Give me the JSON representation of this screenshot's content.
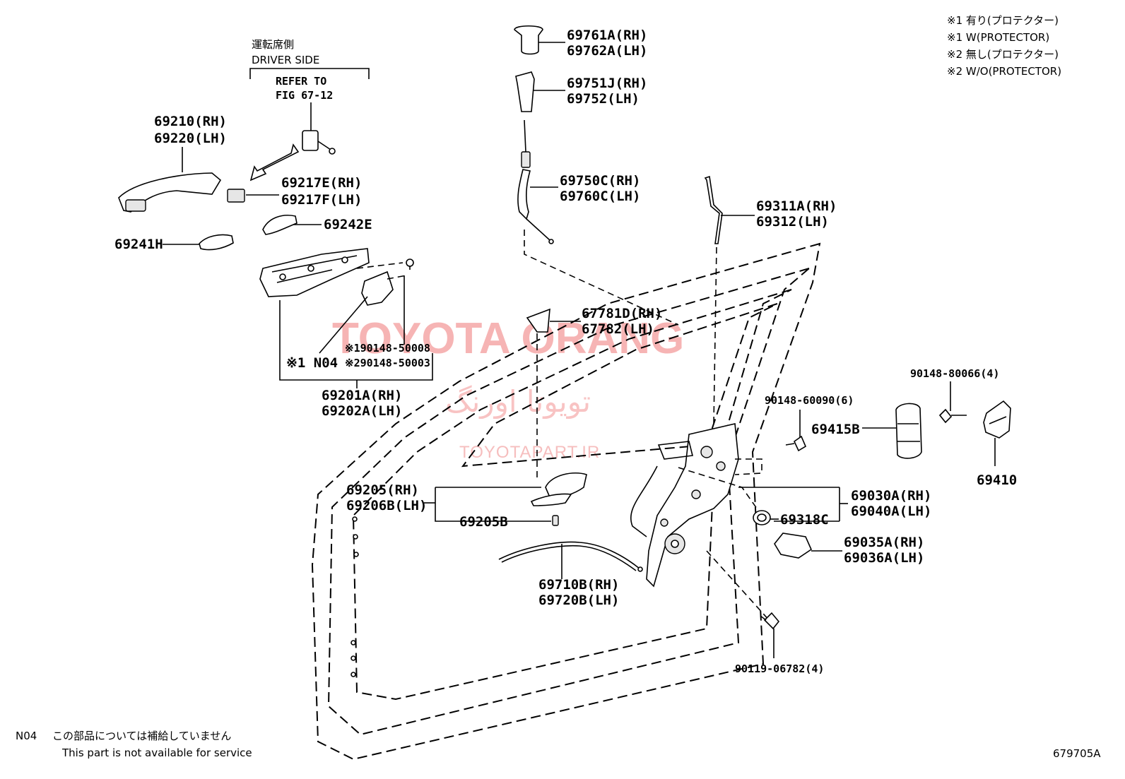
{
  "watermark": {
    "brand": "TOYOTA ORANG",
    "persian": "تویوتا اورنگ",
    "site": "TOYOTAPART.IR"
  },
  "legend": {
    "l1": "※1 有り(プロテクター)",
    "l2": "※1 W(PROTECTOR)",
    "l3": "※2 無し(プロテクター)",
    "l4": "※2 W/O(PROTECTOR)"
  },
  "driver_side": {
    "jp": "運転席側",
    "en": "DRIVER SIDE",
    "refer1": "REFER TO",
    "refer2": "FIG 67-12"
  },
  "parts": {
    "p69210": "69210(RH)",
    "p69220": "69220(LH)",
    "p69217E": "69217E(RH)",
    "p69217F": "69217F(LH)",
    "p69242E": "69242E",
    "p69241H": "69241H",
    "p190148": "※190148-50008",
    "p290148": "※290148-50003",
    "pN04": "※1 N04",
    "p69201A": "69201A(RH)",
    "p69202A": "69202A(LH)",
    "p69761A": "69761A(RH)",
    "p69762A": "69762A(LH)",
    "p69751J": "69751J(RH)",
    "p69752": "69752(LH)",
    "p69750C": "69750C(RH)",
    "p69760C": "69760C(LH)",
    "p69311A": "69311A(RH)",
    "p69312": "69312(LH)",
    "p67781D": "67781D(RH)",
    "p67782": "67782(LH)",
    "p9014860090": "90148-60090(6)",
    "p69415B": "69415B",
    "p9014880066": "90148-80066(4)",
    "p69410": "69410",
    "p69205": "69205(RH)",
    "p69206B": "69206B(LH)",
    "p69205B": "69205B",
    "p69030A": "69030A(RH)",
    "p69040A": "69040A(LH)",
    "p69318C": "69318C",
    "p69035A": "69035A(RH)",
    "p69036A": "69036A(LH)",
    "p69710B": "69710B(RH)",
    "p69720B": "69720B(LH)",
    "p9011906782": "90119-06782(4)"
  },
  "footer": {
    "code": "N04",
    "jp": "この部品については補給していません",
    "en": "This part is not available for service",
    "figure_id": "679705A"
  }
}
